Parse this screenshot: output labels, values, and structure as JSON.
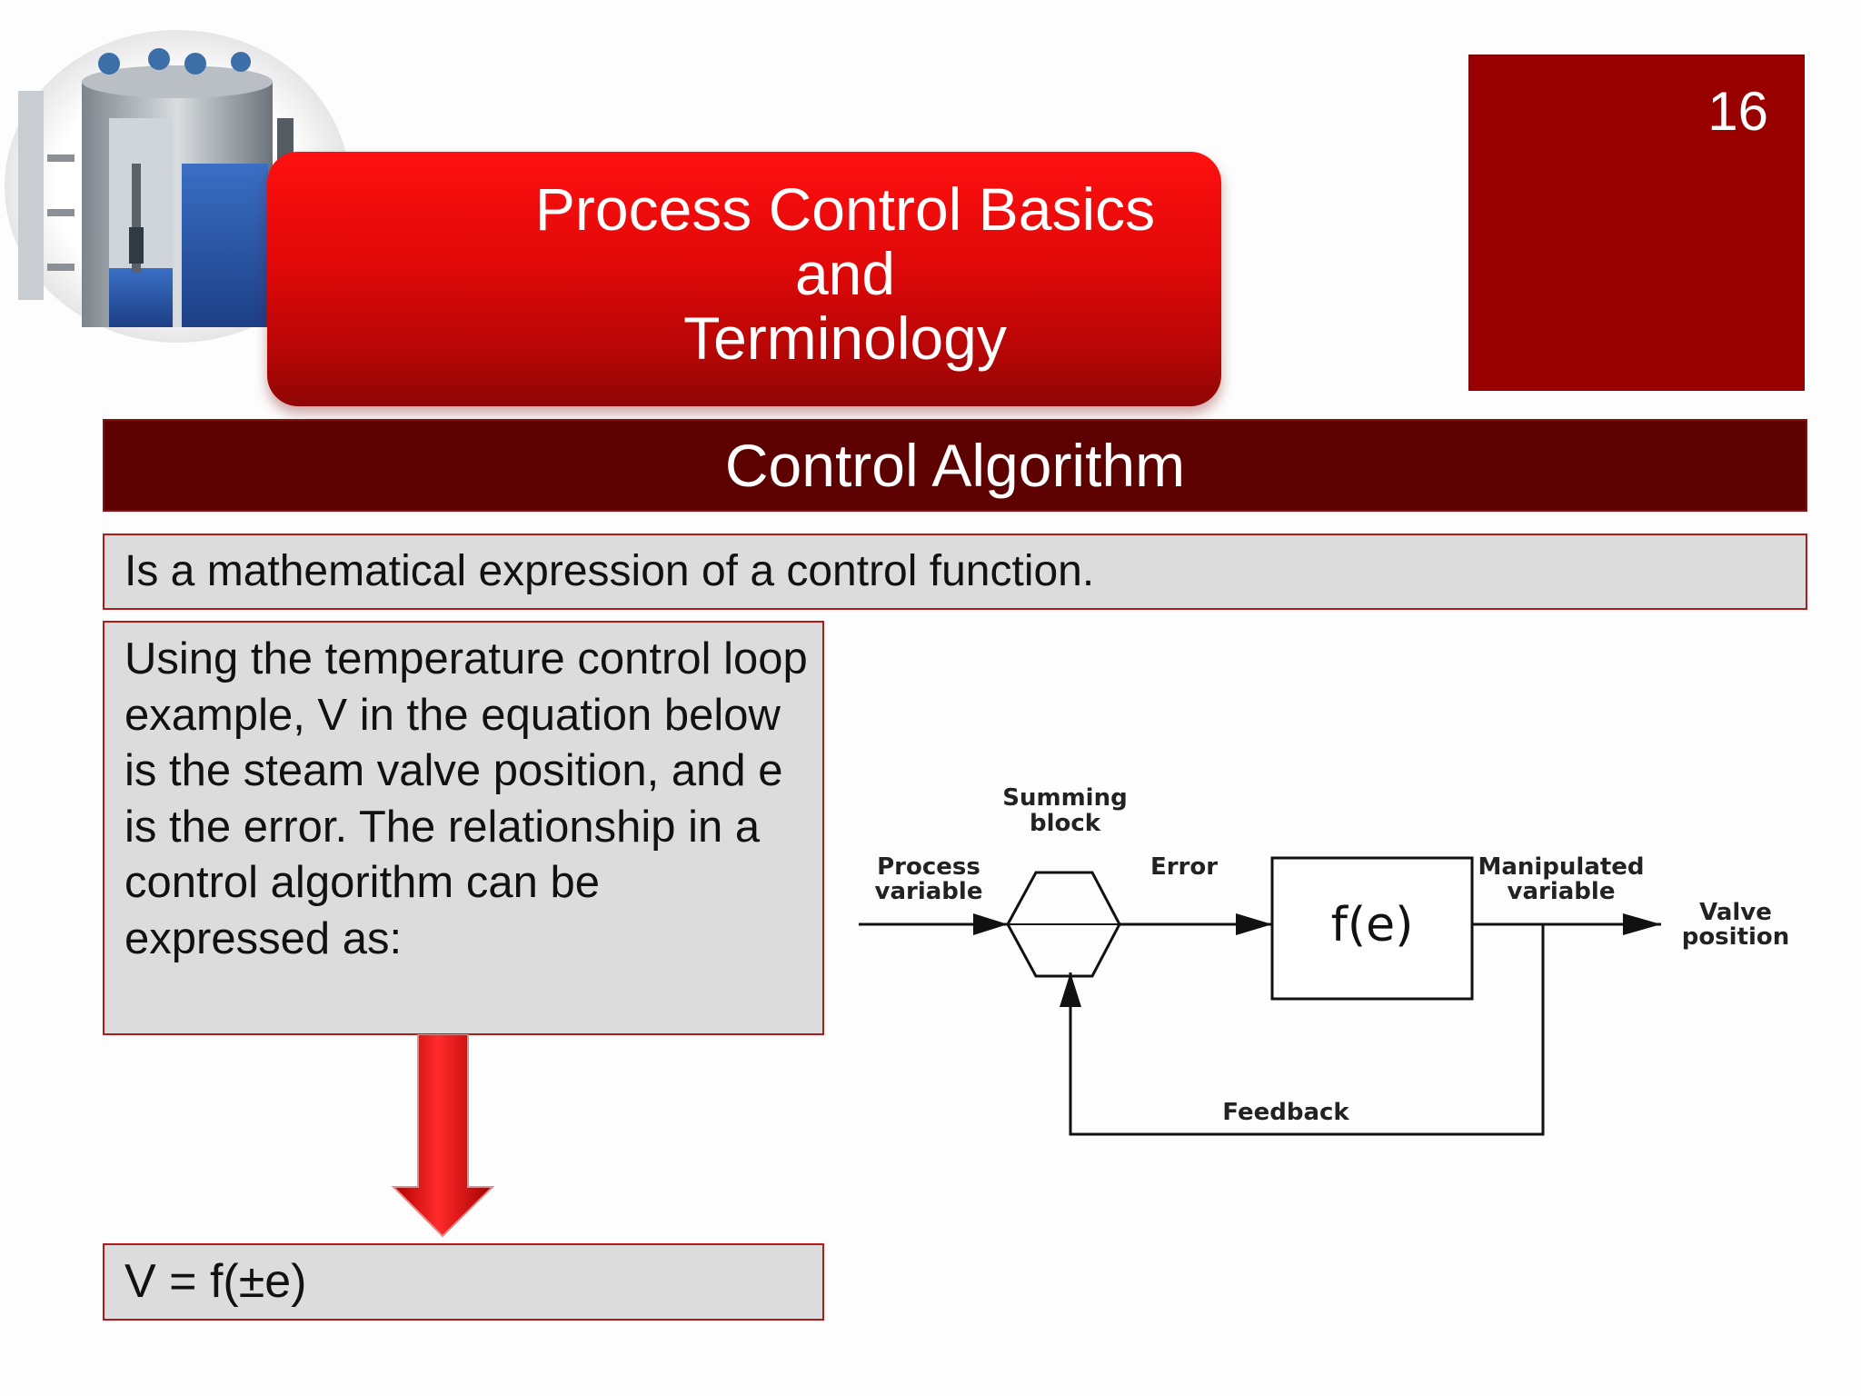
{
  "slide": {
    "number": "16",
    "title_lines": [
      "Process Control Basics",
      "and",
      "Terminology"
    ],
    "section_heading": "Control Algorithm",
    "definition": "Is a mathematical expression of a control function.",
    "explanation": "Using the temperature control loop example, V in the equation below is the steam valve position, and e is the error. The relationship in a control algorithm can be expressed as:",
    "equation": "V = f(±e)"
  },
  "diagram": {
    "summing_block_line1": "Summing",
    "summing_block_line2": "block",
    "process_variable_line1": "Process",
    "process_variable_line2": "variable",
    "error": "Error",
    "function_box": "f(e)",
    "manipulated_variable_line1": "Manipulated",
    "manipulated_variable_line2": "variable",
    "valve_position_line1": "Valve",
    "valve_position_line2": "position",
    "feedback": "Feedback"
  },
  "colors": {
    "title_banner": "#e00808",
    "number_box": "#990000",
    "section_bar": "#5c0000",
    "box_fill": "#dcdcdc",
    "box_border": "#b21a1a"
  }
}
